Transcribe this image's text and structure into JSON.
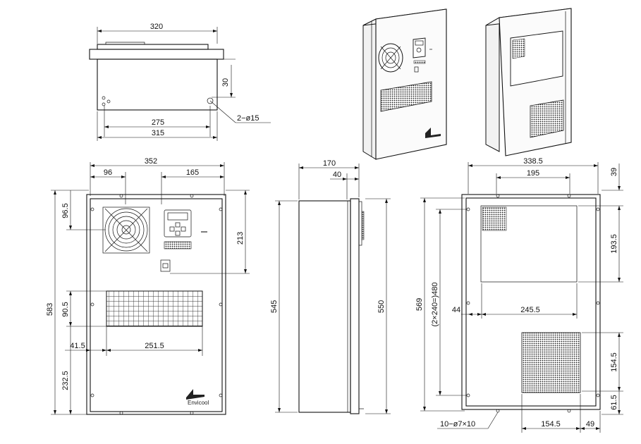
{
  "top_view": {
    "dims": {
      "w320": "320",
      "h30": "30",
      "w275": "275",
      "w315": "315",
      "hole_note": "2−ø15"
    }
  },
  "front_view": {
    "dims": {
      "w352": "352",
      "w96": "96",
      "w165": "165",
      "h96_5": "96.5",
      "h213": "213",
      "h583": "583",
      "h90_5": "90.5",
      "w41_5": "41.5",
      "w251_5": "251.5",
      "h232_5": "232.5"
    },
    "logo_text": "Envicool"
  },
  "side_view": {
    "dims": {
      "w170": "170",
      "w40": "40",
      "h545": "545",
      "h550": "550"
    }
  },
  "rear_view": {
    "dims": {
      "w338_5": "338.5",
      "w195": "195",
      "h39": "39",
      "h193_5": "193.5",
      "h569": "569",
      "h480": "(2×240=)480",
      "w44": "44",
      "w245_5": "245.5",
      "h154_5_right": "154.5",
      "h61_5": "61.5",
      "w154_5_bottom": "154.5",
      "w49": "49",
      "hole_note": "10−ø7×10"
    }
  }
}
